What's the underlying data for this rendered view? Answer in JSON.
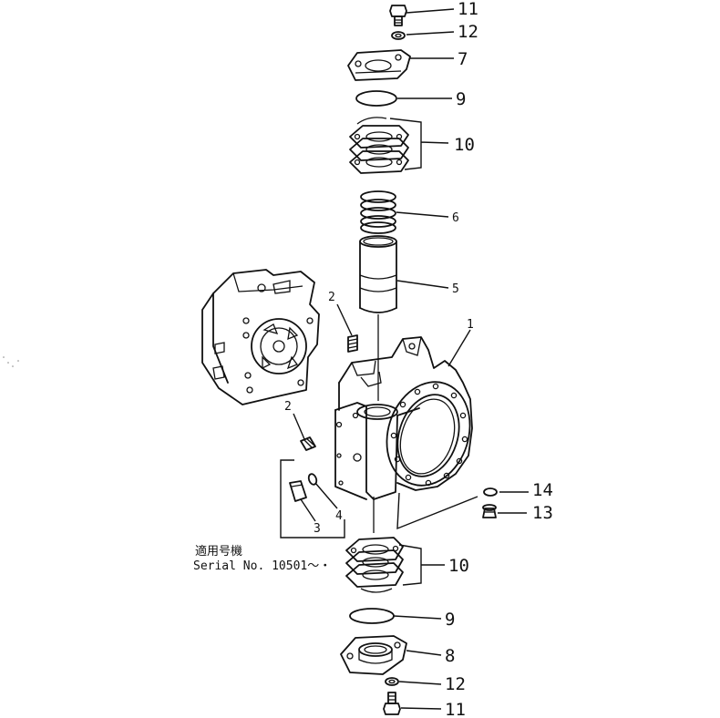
{
  "callouts": {
    "c11_top": "11",
    "c12_top": "12",
    "c7": "7",
    "c9_top": "9",
    "c10_top": "10",
    "c6": "6",
    "c5": "5",
    "c2_upper": "2",
    "c1": "1",
    "c2_lower": "2",
    "c14": "14",
    "c13": "13",
    "c4": "4",
    "c3": "3",
    "c10_bottom": "10",
    "c9_bottom": "9",
    "c8": "8",
    "c12_bottom": "12",
    "c11_bottom": "11"
  },
  "applicability_note": {
    "line1": "適用号機",
    "line2": "Serial No. 10501～・"
  }
}
